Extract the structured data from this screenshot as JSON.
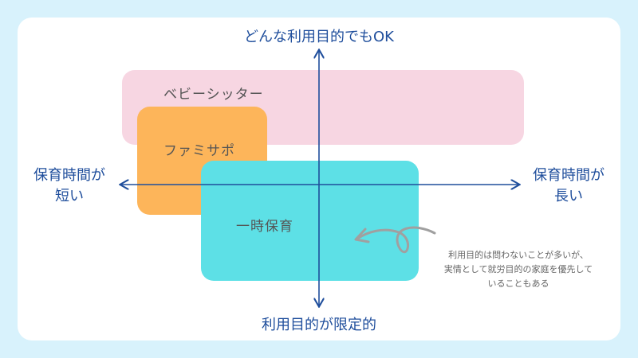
{
  "axes": {
    "top": "どんな利用目的でもOK",
    "bottom": "利用目的が限定的",
    "left": [
      "保育時間が",
      "短い"
    ],
    "right": [
      "保育時間が",
      "長い"
    ]
  },
  "services": [
    {
      "label": "ベビーシッター",
      "color": "#f7d6e2"
    },
    {
      "label": "ファミサポ",
      "color": "#fdb55a"
    },
    {
      "label": "一時保育",
      "color": "#5de0e6"
    }
  ],
  "note": [
    "利用目的は問わないことが多いが、",
    "実情として就労目的の家庭を優先して",
    "いることもある"
  ],
  "colors": {
    "axis": "#1f4e9c",
    "background": "#d8f2fc"
  }
}
